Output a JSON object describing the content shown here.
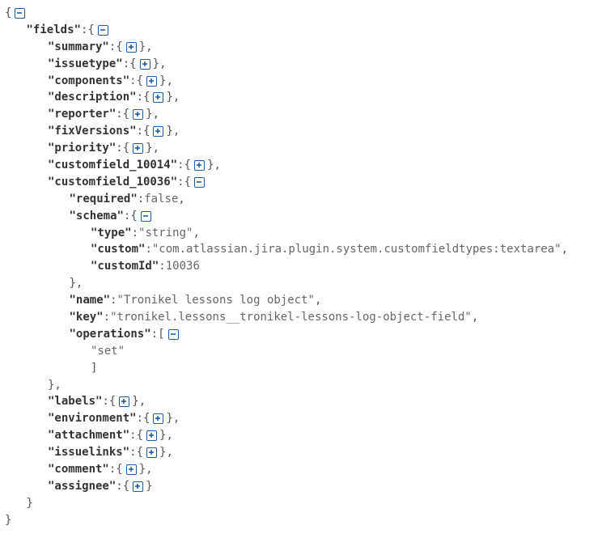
{
  "icons": {
    "expand": "plus-square-icon",
    "collapse": "minus-square-icon"
  },
  "colors": {
    "toggle": "#1a5fa8",
    "key": "#333333",
    "value": "#666666"
  },
  "lines": [
    {
      "indent": 0,
      "parts": [
        {
          "t": "punc",
          "v": "{"
        },
        {
          "t": "collapse"
        }
      ]
    },
    {
      "indent": 1,
      "parts": [
        {
          "t": "key",
          "v": "\"fields\""
        },
        {
          "t": "punc",
          "v": ":{"
        },
        {
          "t": "collapse"
        }
      ]
    },
    {
      "indent": 2,
      "parts": [
        {
          "t": "key",
          "v": "\"summary\""
        },
        {
          "t": "punc",
          "v": ":{"
        },
        {
          "t": "expand"
        },
        {
          "t": "punc",
          "v": "},"
        }
      ]
    },
    {
      "indent": 2,
      "parts": [
        {
          "t": "key",
          "v": "\"issuetype\""
        },
        {
          "t": "punc",
          "v": ":{"
        },
        {
          "t": "expand"
        },
        {
          "t": "punc",
          "v": "},"
        }
      ]
    },
    {
      "indent": 2,
      "parts": [
        {
          "t": "key",
          "v": "\"components\""
        },
        {
          "t": "punc",
          "v": ":{"
        },
        {
          "t": "expand"
        },
        {
          "t": "punc",
          "v": "},"
        }
      ]
    },
    {
      "indent": 2,
      "parts": [
        {
          "t": "key",
          "v": "\"description\""
        },
        {
          "t": "punc",
          "v": ":{"
        },
        {
          "t": "expand"
        },
        {
          "t": "punc",
          "v": "},"
        }
      ]
    },
    {
      "indent": 2,
      "parts": [
        {
          "t": "key",
          "v": "\"reporter\""
        },
        {
          "t": "punc",
          "v": ":{"
        },
        {
          "t": "expand"
        },
        {
          "t": "punc",
          "v": "},"
        }
      ]
    },
    {
      "indent": 2,
      "parts": [
        {
          "t": "key",
          "v": "\"fixVersions\""
        },
        {
          "t": "punc",
          "v": ":{"
        },
        {
          "t": "expand"
        },
        {
          "t": "punc",
          "v": "},"
        }
      ]
    },
    {
      "indent": 2,
      "parts": [
        {
          "t": "key",
          "v": "\"priority\""
        },
        {
          "t": "punc",
          "v": ":{"
        },
        {
          "t": "expand"
        },
        {
          "t": "punc",
          "v": "},"
        }
      ]
    },
    {
      "indent": 2,
      "parts": [
        {
          "t": "key",
          "v": "\"customfield_10014\""
        },
        {
          "t": "punc",
          "v": ":{"
        },
        {
          "t": "expand"
        },
        {
          "t": "punc",
          "v": "},"
        }
      ]
    },
    {
      "indent": 2,
      "parts": [
        {
          "t": "key",
          "v": "\"customfield_10036\""
        },
        {
          "t": "punc",
          "v": ":{"
        },
        {
          "t": "collapse"
        }
      ]
    },
    {
      "indent": 3,
      "parts": [
        {
          "t": "key",
          "v": "\"required\""
        },
        {
          "t": "punc",
          "v": ":"
        },
        {
          "t": "lit",
          "v": "false"
        },
        {
          "t": "punc",
          "v": ","
        }
      ]
    },
    {
      "indent": 3,
      "parts": [
        {
          "t": "key",
          "v": "\"schema\""
        },
        {
          "t": "punc",
          "v": ":{"
        },
        {
          "t": "collapse"
        }
      ]
    },
    {
      "indent": 4,
      "parts": [
        {
          "t": "key",
          "v": "\"type\""
        },
        {
          "t": "punc",
          "v": ":"
        },
        {
          "t": "str",
          "v": "\"string\""
        },
        {
          "t": "punc",
          "v": ","
        }
      ]
    },
    {
      "indent": 4,
      "parts": [
        {
          "t": "key",
          "v": "\"custom\""
        },
        {
          "t": "punc",
          "v": ":"
        },
        {
          "t": "str",
          "v": "\"com.atlassian.jira.plugin.system.customfieldtypes:textarea\""
        },
        {
          "t": "punc",
          "v": ","
        }
      ]
    },
    {
      "indent": 4,
      "parts": [
        {
          "t": "key",
          "v": "\"customId\""
        },
        {
          "t": "punc",
          "v": ":"
        },
        {
          "t": "lit",
          "v": "10036"
        }
      ]
    },
    {
      "indent": 3,
      "parts": [
        {
          "t": "punc",
          "v": "},"
        }
      ]
    },
    {
      "indent": 3,
      "parts": [
        {
          "t": "key",
          "v": "\"name\""
        },
        {
          "t": "punc",
          "v": ":"
        },
        {
          "t": "str",
          "v": "\"Tronikel lessons log object\""
        },
        {
          "t": "punc",
          "v": ","
        }
      ]
    },
    {
      "indent": 3,
      "parts": [
        {
          "t": "key",
          "v": "\"key\""
        },
        {
          "t": "punc",
          "v": ":"
        },
        {
          "t": "str",
          "v": "\"tronikel.lessons__tronikel-lessons-log-object-field\""
        },
        {
          "t": "punc",
          "v": ","
        }
      ]
    },
    {
      "indent": 3,
      "parts": [
        {
          "t": "key",
          "v": "\"operations\""
        },
        {
          "t": "punc",
          "v": ":["
        },
        {
          "t": "collapse"
        }
      ]
    },
    {
      "indent": 4,
      "parts": [
        {
          "t": "str",
          "v": "\"set\""
        }
      ]
    },
    {
      "indent": 4,
      "parts": [
        {
          "t": "punc",
          "v": "]"
        }
      ]
    },
    {
      "indent": 2,
      "parts": [
        {
          "t": "punc",
          "v": "},"
        }
      ]
    },
    {
      "indent": 2,
      "parts": [
        {
          "t": "key",
          "v": "\"labels\""
        },
        {
          "t": "punc",
          "v": ":{"
        },
        {
          "t": "expand"
        },
        {
          "t": "punc",
          "v": "},"
        }
      ]
    },
    {
      "indent": 2,
      "parts": [
        {
          "t": "key",
          "v": "\"environment\""
        },
        {
          "t": "punc",
          "v": ":{"
        },
        {
          "t": "expand"
        },
        {
          "t": "punc",
          "v": "},"
        }
      ]
    },
    {
      "indent": 2,
      "parts": [
        {
          "t": "key",
          "v": "\"attachment\""
        },
        {
          "t": "punc",
          "v": ":{"
        },
        {
          "t": "expand"
        },
        {
          "t": "punc",
          "v": "},"
        }
      ]
    },
    {
      "indent": 2,
      "parts": [
        {
          "t": "key",
          "v": "\"issuelinks\""
        },
        {
          "t": "punc",
          "v": ":{"
        },
        {
          "t": "expand"
        },
        {
          "t": "punc",
          "v": "},"
        }
      ]
    },
    {
      "indent": 2,
      "parts": [
        {
          "t": "key",
          "v": "\"comment\""
        },
        {
          "t": "punc",
          "v": ":{"
        },
        {
          "t": "expand"
        },
        {
          "t": "punc",
          "v": "},"
        }
      ]
    },
    {
      "indent": 2,
      "parts": [
        {
          "t": "key",
          "v": "\"assignee\""
        },
        {
          "t": "punc",
          "v": ":{"
        },
        {
          "t": "expand"
        },
        {
          "t": "punc",
          "v": "}"
        }
      ]
    },
    {
      "indent": 1,
      "parts": [
        {
          "t": "punc",
          "v": "}"
        }
      ]
    },
    {
      "indent": 0,
      "parts": [
        {
          "t": "punc",
          "v": "}"
        }
      ]
    }
  ]
}
